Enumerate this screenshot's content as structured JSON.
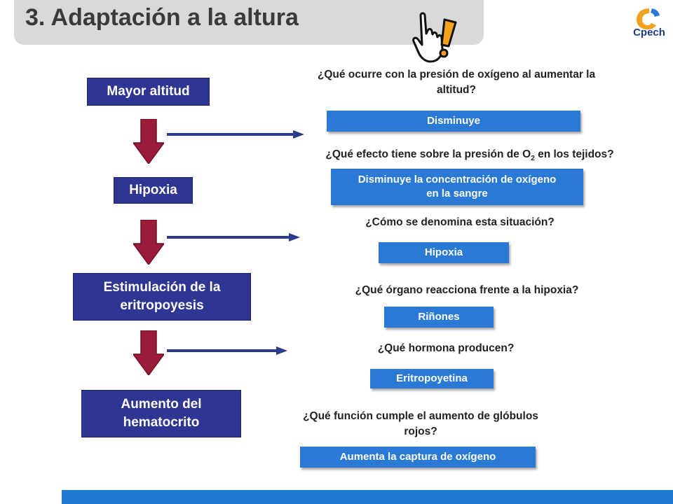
{
  "title": "3. Adaptación a la altura",
  "logo": {
    "text": "Cpech",
    "icon": "cpech-logo-icon"
  },
  "flow": [
    {
      "label": "Mayor altitud"
    },
    {
      "label": "Hipoxia"
    },
    {
      "label": "Estimulación de la eritropoyesis"
    },
    {
      "label": "Aumento del hematocrito"
    }
  ],
  "questions": [
    {
      "question": "¿Qué ocurre con la presión de oxígeno al aumentar la altitud?",
      "answer": "Disminuye"
    },
    {
      "question_pre": "¿Qué efecto tiene sobre la presión de O",
      "question_sub": "2",
      "question_post": " en los tejidos?",
      "answer": "Disminuye la concentración de oxígeno en la sangre"
    },
    {
      "question": "¿Cómo se denomina esta situación?",
      "answer": "Hipoxia"
    },
    {
      "question": "¿Qué órgano reacciona frente a la hipoxia?",
      "answer": "Riñones"
    },
    {
      "question": "¿Qué hormona producen?",
      "answer": "Eritropoyetina"
    },
    {
      "question": "¿Qué función cumple el aumento de glóbulos rojos?",
      "answer": "Aumenta la captura de oxígeno"
    }
  ],
  "colors": {
    "flow_box": "#2e3592",
    "answer_box": "#2a7ad5",
    "down_arrow": "#9b1b3a",
    "side_arrow": "#2b3c8c",
    "footer": "#1e7ad0"
  }
}
